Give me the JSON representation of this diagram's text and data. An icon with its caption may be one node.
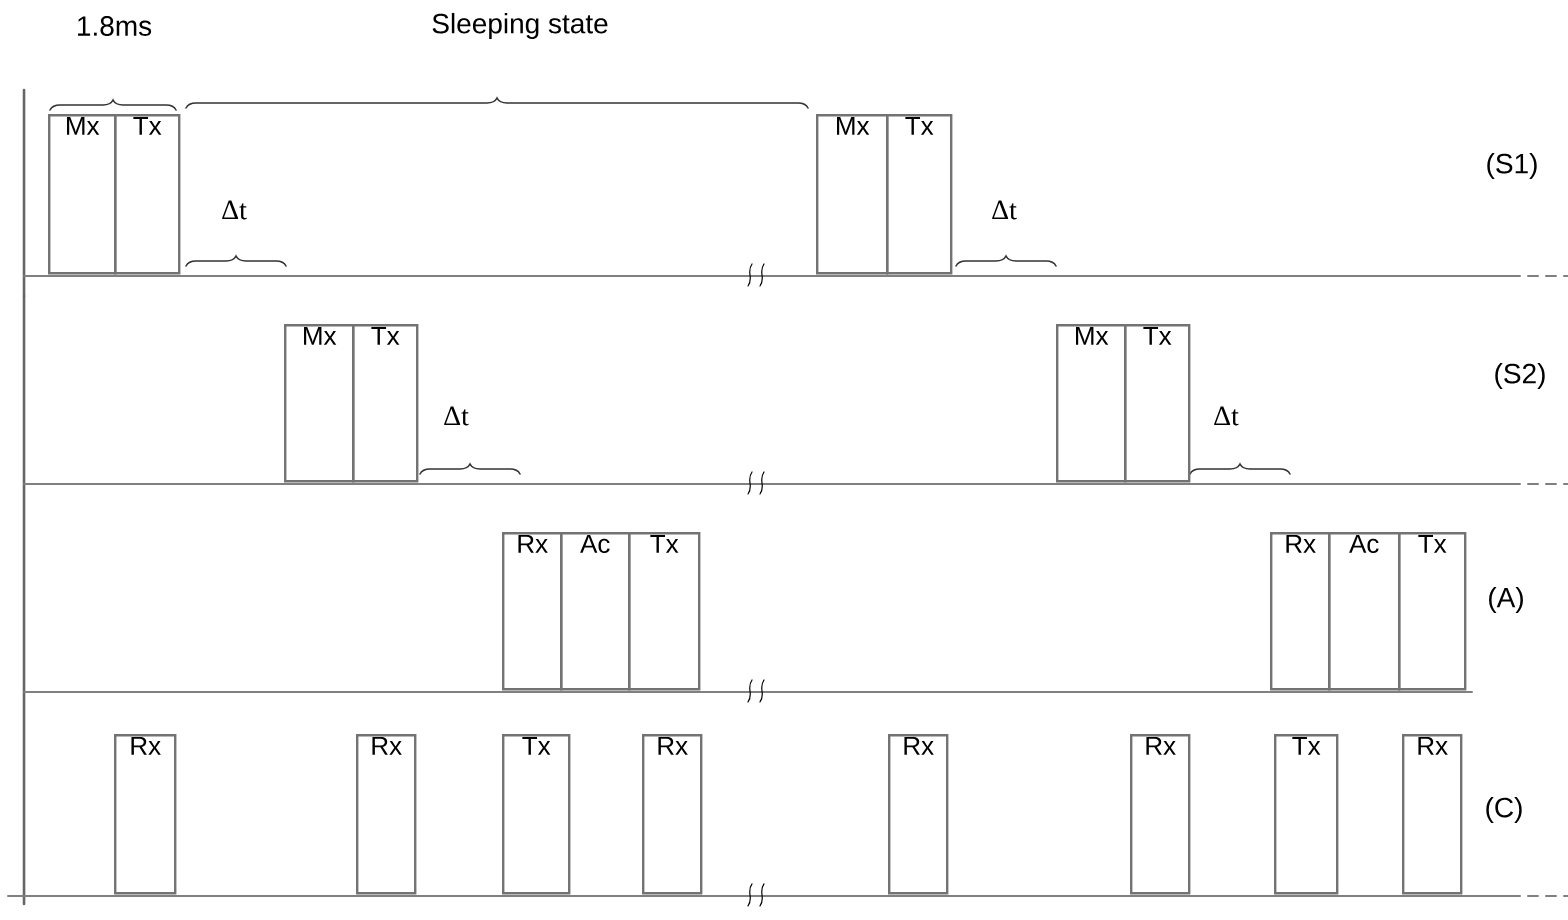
{
  "diagram": {
    "nodes": [
      {
        "text": [
          "Mx"
        ]
      },
      {
        "text": [
          "Tx"
        ]
      },
      {
        "text": [
          "Mx"
        ]
      },
      {
        "text": [
          "Tx"
        ]
      },
      {
        "text": [
          "Mx"
        ]
      },
      {
        "text": [
          "Tx"
        ]
      },
      {
        "text": [
          "Mx"
        ]
      },
      {
        "text": [
          "Tx"
        ]
      },
      {
        "text": [
          "Rx"
        ]
      },
      {
        "text": [
          "Ac"
        ]
      },
      {
        "text": [
          "Tx"
        ]
      },
      {
        "text": [
          "Rx"
        ]
      },
      {
        "text": [
          "Ac"
        ]
      },
      {
        "text": [
          "Tx"
        ]
      },
      {
        "text": [
          "Rx"
        ]
      },
      {
        "text": [
          "Rx"
        ]
      },
      {
        "text": [
          "Tx"
        ]
      },
      {
        "text": [
          "Rx"
        ]
      },
      {
        "text": [
          "Rx"
        ]
      },
      {
        "text": [
          "Rx"
        ]
      },
      {
        "text": [
          "Tx"
        ]
      },
      {
        "text": [
          "Rx"
        ]
      }
    ],
    "edges": [],
    "labels": [
      "1.8ms",
      "Sleeping state",
      "(S1)",
      "Δt",
      "Δt",
      "(S2)",
      "Δt",
      "Δt",
      "(A)",
      "(C)"
    ]
  }
}
